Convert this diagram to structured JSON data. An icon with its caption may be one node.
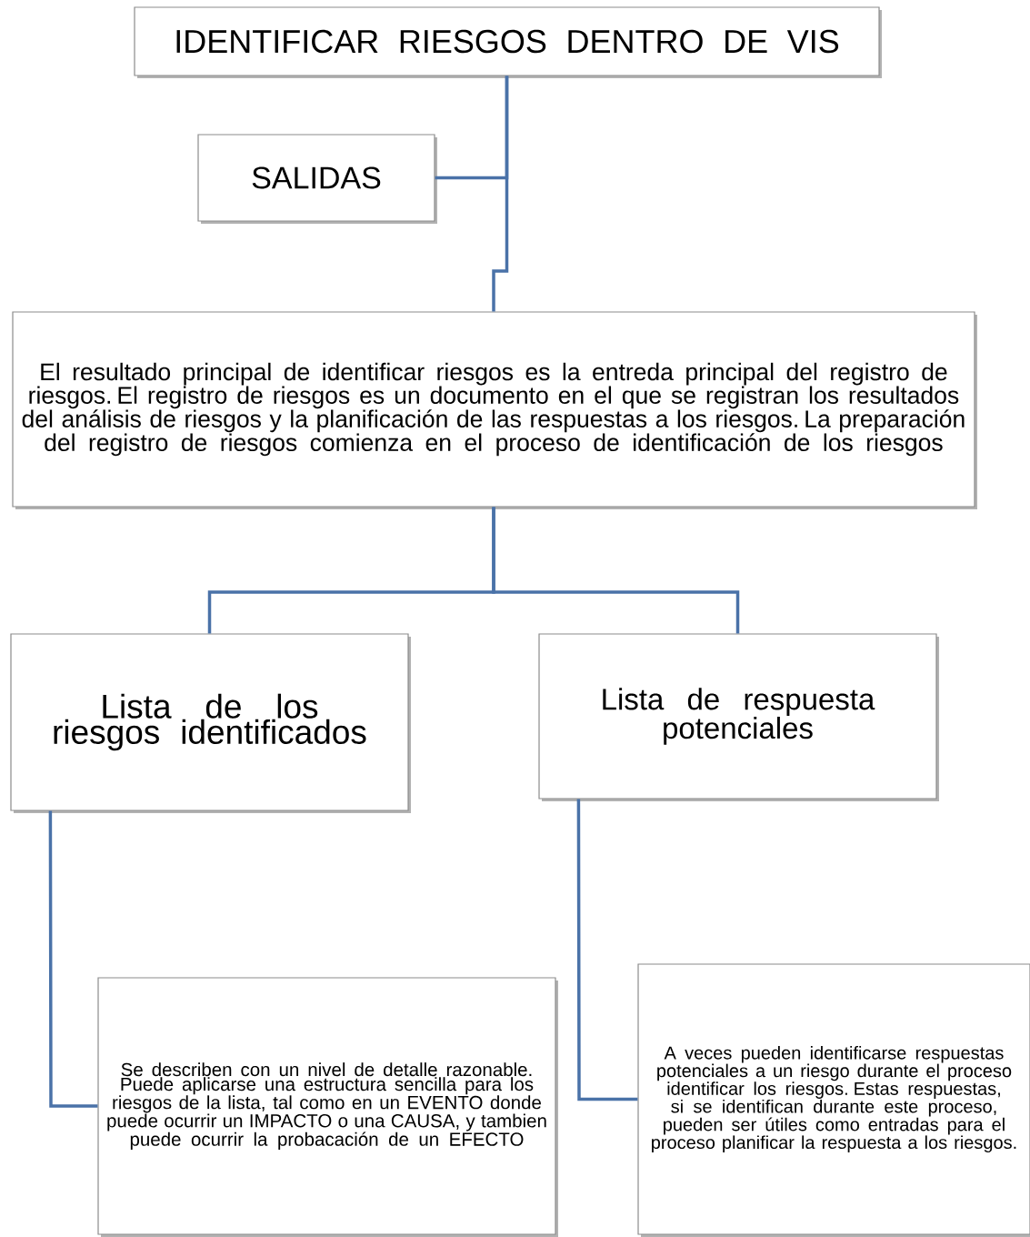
{
  "diagram": {
    "nodes": [
      {
        "text": [
          "IDENTIFICAR  RIESGOS DENTRO DE VIS"
        ]
      },
      {
        "text": [
          "SALIDAS"
        ]
      },
      {
        "text": [
          "El resultado principal de identificar riesgos es la entreda principal del registro de riesgos. El registro de riesgos es un documento en el que se registran los resultados del análisis de riesgos y la planificación de las respuestas a los riesgos. La preparación del registro de riesgos comienza en el proceso de identificación de los riesgos"
        ]
      },
      {
        "text": [
          "Lista de los riesgos identificados"
        ]
      },
      {
        "text": [
          "Lista de respuesta potenciales"
        ]
      },
      {
        "text": [
          "Se describen con un nivel de detalle razonable. Puede aplicarse una estructura sencilla para los riesgos de la lista, tal como en un EVENTO donde puede ocurrir un IMPACTO o una CAUSA, y tambien puede ocurrir la probacación de un EFECTO"
        ]
      },
      {
        "text": [
          "A veces pueden identificarse respuestas potenciales a un riesgo durante el proceso identificar los riesgos. Estas respuestas, si se identifican durante este proceso, pueden ser útiles como entradas para el proceso planificar la respuesta a los riesgos."
        ]
      }
    ],
    "edges": [
      {
        "from": 0,
        "to": 1,
        "arrow": "none"
      },
      {
        "from": 0,
        "to": 2,
        "arrow": "none"
      },
      {
        "from": 2,
        "to": 3,
        "arrow": "none"
      },
      {
        "from": 2,
        "to": 4,
        "arrow": "none"
      },
      {
        "from": 3,
        "to": 5,
        "arrow": "none"
      },
      {
        "from": 4,
        "to": 6,
        "arrow": "none"
      }
    ]
  }
}
